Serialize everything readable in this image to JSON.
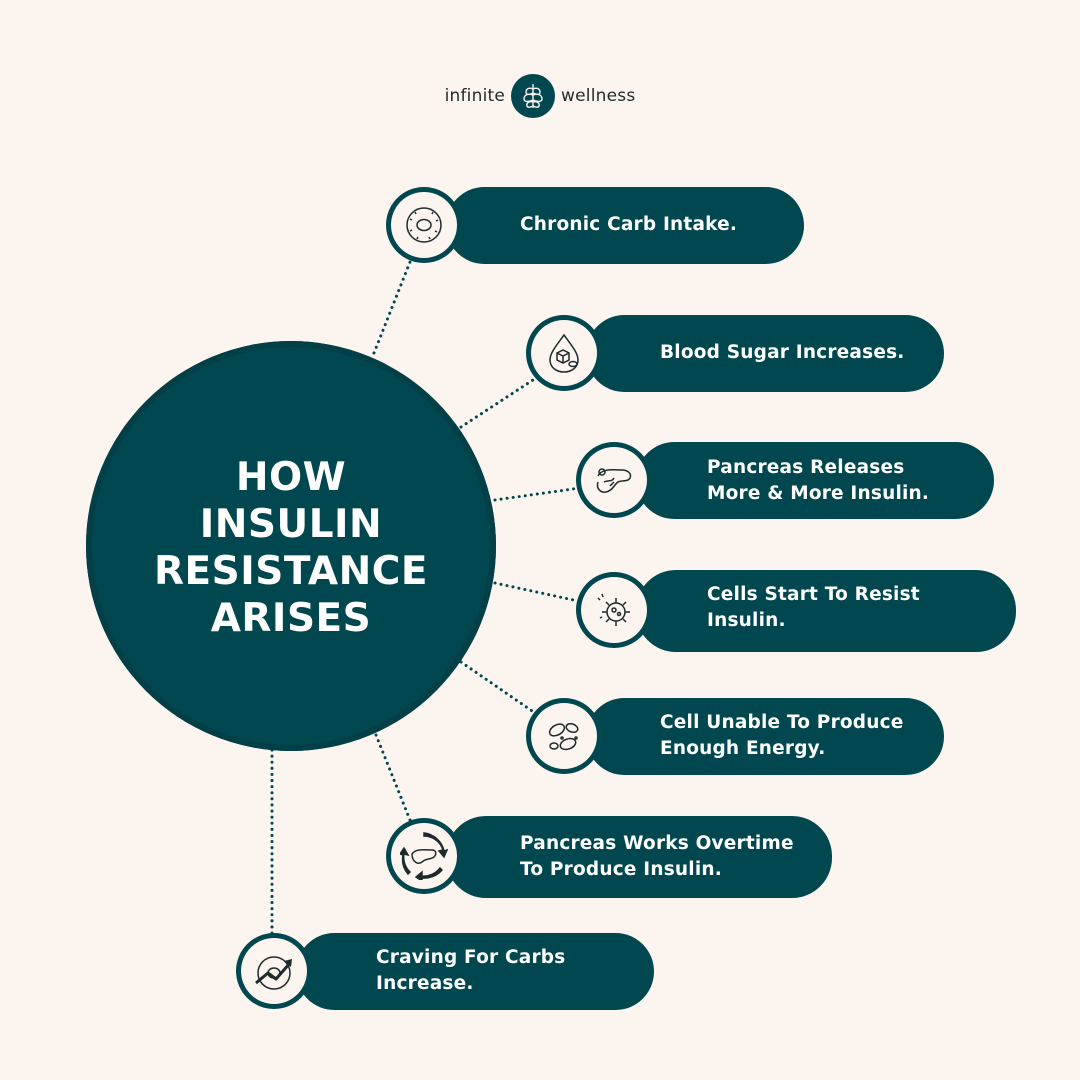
{
  "brand": {
    "left": "infinite",
    "right": "wellness",
    "logo_icon": "lungs-tree-icon"
  },
  "hub": {
    "title": "HOW INSULIN RESISTANCE ARISES"
  },
  "colors": {
    "background": "#fbf4ef",
    "accent": "#00474f",
    "text_light": "#ffffff",
    "text_dark": "#1e2b2b"
  },
  "steps": [
    {
      "label": "Chronic Carb Intake.",
      "icon": "donut-icon"
    },
    {
      "label": "Blood Sugar Increases.",
      "icon": "blood-drop-sugar-icon"
    },
    {
      "label": "Pancreas Releases\nMore & More Insulin.",
      "icon": "pancreas-icon"
    },
    {
      "label": "Cells Start To Resist\nInsulin.",
      "icon": "cell-virus-icon"
    },
    {
      "label": "Cell Unable To Produce\nEnough Energy.",
      "icon": "blood-cells-icon"
    },
    {
      "label": "Pancreas Works Overtime\nTo Produce Insulin.",
      "icon": "pancreas-cycle-icon"
    },
    {
      "label": "Craving For Carbs\nIncrease.",
      "icon": "donut-trend-up-icon"
    }
  ]
}
